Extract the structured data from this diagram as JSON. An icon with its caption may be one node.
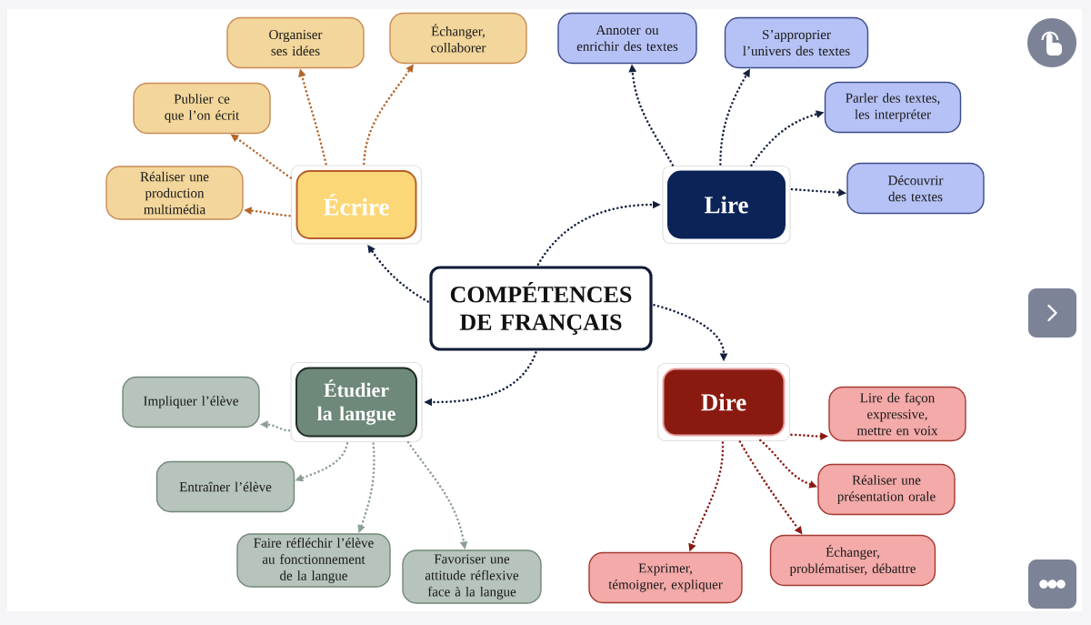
{
  "diagram": {
    "nodes": [
      {
        "text": [
          "COMPÉTENCES DE FRANÇAIS"
        ]
      },
      {
        "text": [
          "Écrire"
        ]
      },
      {
        "text": [
          "Organiser ses idées"
        ]
      },
      {
        "text": [
          "Échanger, collaborer"
        ]
      },
      {
        "text": [
          "Publier ce que l’on écrit"
        ]
      },
      {
        "text": [
          "Réaliser une production multimédia"
        ]
      },
      {
        "text": [
          "Lire"
        ]
      },
      {
        "text": [
          "Annoter ou enrichir des textes"
        ]
      },
      {
        "text": [
          "S’approprier l’univers des textes"
        ]
      },
      {
        "text": [
          "Parler des textes, les interpréter"
        ]
      },
      {
        "text": [
          "Découvrir des textes"
        ]
      },
      {
        "text": [
          "Étudier la langue"
        ]
      },
      {
        "text": [
          "Impliquer l’élève"
        ]
      },
      {
        "text": [
          "Entraîner l’élève"
        ]
      },
      {
        "text": [
          "Faire réfléchir l’élève au fonctionnement de la langue"
        ]
      },
      {
        "text": [
          "Favoriser une attitude réflexive face à la langue"
        ]
      },
      {
        "text": [
          "Dire"
        ]
      },
      {
        "text": [
          "Lire de façon expressive, mettre en voix"
        ]
      },
      {
        "text": [
          "Réaliser une présentation orale"
        ]
      },
      {
        "text": [
          "Échanger, problématiser, débattre"
        ]
      },
      {
        "text": [
          "Exprimer, témoigner, expliquer"
        ]
      }
    ],
    "edges": [
      {
        "from": 0,
        "to": 1,
        "arrow": "to"
      },
      {
        "from": 0,
        "to": 6,
        "arrow": "to"
      },
      {
        "from": 0,
        "to": 11,
        "arrow": "to"
      },
      {
        "from": 0,
        "to": 16,
        "arrow": "to"
      },
      {
        "from": 1,
        "to": 2,
        "arrow": "to",
        "color": "#b5652a"
      },
      {
        "from": 1,
        "to": 3,
        "arrow": "to",
        "color": "#b5652a"
      },
      {
        "from": 1,
        "to": 4,
        "arrow": "to",
        "color": "#b5652a"
      },
      {
        "from": 1,
        "to": 5,
        "arrow": "to",
        "color": "#b5652a"
      },
      {
        "from": 6,
        "to": 7,
        "arrow": "to"
      },
      {
        "from": 6,
        "to": 8,
        "arrow": "to"
      },
      {
        "from": 6,
        "to": 9,
        "arrow": "to"
      },
      {
        "from": 6,
        "to": 10,
        "arrow": "to"
      },
      {
        "from": 11,
        "to": 12,
        "arrow": "to",
        "color": "#8d9f94"
      },
      {
        "from": 11,
        "to": 13,
        "arrow": "to",
        "color": "#8d9f94"
      },
      {
        "from": 11,
        "to": 14,
        "arrow": "to",
        "color": "#8d9f94"
      },
      {
        "from": 11,
        "to": 15,
        "arrow": "to",
        "color": "#8d9f94"
      },
      {
        "from": 16,
        "to": 17,
        "arrow": "to",
        "color": "#8b1a12"
      },
      {
        "from": 16,
        "to": 18,
        "arrow": "to",
        "color": "#8b1a12"
      },
      {
        "from": 16,
        "to": 19,
        "arrow": "to",
        "color": "#8b1a12"
      },
      {
        "from": 16,
        "to": 20,
        "arrow": "to",
        "color": "#8b1a12"
      }
    ]
  }
}
